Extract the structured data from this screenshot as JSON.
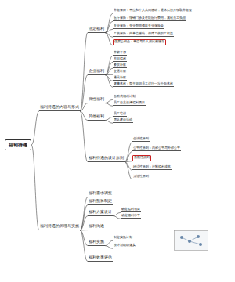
{
  "diagram": {
    "nodes": [
      {
        "text": [
          "福利待遇"
        ]
      },
      {
        "text": [
          "福利待遇的内容与形式"
        ]
      },
      {
        "text": [
          "法定福利"
        ]
      },
      {
        "text": [
          "养老保险：单位和个人共同缴纳，退休后按月领取养老金"
        ]
      },
      {
        "text": [
          "医疗保险：报销门诊及住院医疗费用，减轻员工负担"
        ]
      },
      {
        "text": [
          "失业保险：失业期间领取失业保险金"
        ]
      },
      {
        "text": [
          "工伤保险：由单位缴纳，保障工伤职工权益"
        ]
      },
      {
        "text": [
          "住房公积金：单位与个人按比例缴存"
        ]
      },
      {
        "text": [
          "企业福利"
        ]
      },
      {
        "text": [
          "带薪年假"
        ]
      },
      {
        "text": [
          "节日福利"
        ]
      },
      {
        "text": [
          "餐饮补贴"
        ]
      },
      {
        "text": [
          "交通补贴"
        ]
      },
      {
        "text": [
          "通讯补贴"
        ]
      },
      {
        "text": [
          "健康体检：每年组织员工进行一次全面体检"
        ]
      },
      {
        "text": [
          "弹性福利"
        ]
      },
      {
        "text": [
          "自助式福利计划"
        ]
      },
      {
        "text": [
          "员工自主选择福利项目"
        ]
      },
      {
        "text": [
          "其他福利"
        ]
      },
      {
        "text": [
          "员工培训"
        ]
      },
      {
        "text": [
          "团队建设活动"
        ]
      },
      {
        "text": [
          "福利待遇的设计原则"
        ]
      },
      {
        "text": [
          "合法性原则"
        ]
      },
      {
        "text": [
          "公平性原则：内部公平与外部公平"
        ]
      },
      {
        "text": [
          "激励性原则"
        ]
      },
      {
        "text": [
          "经济性原则：控制福利成本"
        ]
      },
      {
        "text": [
          "灵活性原则"
        ]
      },
      {
        "text": [
          "福利待遇的管理与实施"
        ]
      },
      {
        "text": [
          "福利需求调查"
        ]
      },
      {
        "text": [
          "福利预算制定"
        ]
      },
      {
        "text": [
          "福利方案设计"
        ]
      },
      {
        "text": [
          "福利沟通"
        ]
      },
      {
        "text": [
          "福利实施"
        ]
      },
      {
        "text": [
          "福利效果评估"
        ]
      },
      {
        "text": [
          "确定福利项目"
        ]
      },
      {
        "text": [
          "确定福利水平"
        ]
      },
      {
        "text": [
          "制定实施计划"
        ]
      },
      {
        "text": [
          "按计划组织落实"
        ]
      }
    ],
    "edges": [
      {
        "from": 0,
        "to": 1,
        "arrow": "none"
      },
      {
        "from": 0,
        "to": 27,
        "arrow": "none"
      },
      {
        "from": 1,
        "to": 2,
        "arrow": "none"
      },
      {
        "from": 2,
        "to": 3,
        "arrow": "none"
      },
      {
        "from": 2,
        "to": 4,
        "arrow": "none"
      },
      {
        "from": 2,
        "to": 5,
        "arrow": "none"
      },
      {
        "from": 2,
        "to": 6,
        "arrow": "none"
      },
      {
        "from": 2,
        "to": 7,
        "arrow": "none"
      },
      {
        "from": 1,
        "to": 8,
        "arrow": "none"
      },
      {
        "from": 8,
        "to": 9,
        "arrow": "none"
      },
      {
        "from": 8,
        "to": 10,
        "arrow": "none"
      },
      {
        "from": 8,
        "to": 11,
        "arrow": "none"
      },
      {
        "from": 8,
        "to": 12,
        "arrow": "none"
      },
      {
        "from": 8,
        "to": 13,
        "arrow": "none"
      },
      {
        "from": 8,
        "to": 14,
        "arrow": "none"
      },
      {
        "from": 1,
        "to": 15,
        "arrow": "none"
      },
      {
        "from": 15,
        "to": 16,
        "arrow": "none"
      },
      {
        "from": 15,
        "to": 17,
        "arrow": "none"
      },
      {
        "from": 1,
        "to": 18,
        "arrow": "none"
      },
      {
        "from": 18,
        "to": 19,
        "arrow": "none"
      },
      {
        "from": 18,
        "to": 20,
        "arrow": "none"
      },
      {
        "from": 1,
        "to": 21,
        "arrow": "none"
      },
      {
        "from": 21,
        "to": 22,
        "arrow": "none"
      },
      {
        "from": 21,
        "to": 23,
        "arrow": "none"
      },
      {
        "from": 21,
        "to": 24,
        "arrow": "none"
      },
      {
        "from": 21,
        "to": 25,
        "arrow": "none"
      },
      {
        "from": 21,
        "to": 26,
        "arrow": "none"
      },
      {
        "from": 27,
        "to": 28,
        "arrow": "none"
      },
      {
        "from": 27,
        "to": 29,
        "arrow": "none"
      },
      {
        "from": 27,
        "to": 30,
        "arrow": "none"
      },
      {
        "from": 27,
        "to": 31,
        "arrow": "none"
      },
      {
        "from": 27,
        "to": 32,
        "arrow": "none"
      },
      {
        "from": 27,
        "to": 33,
        "arrow": "none"
      },
      {
        "from": 30,
        "to": 34,
        "arrow": "none"
      },
      {
        "from": 30,
        "to": 35,
        "arrow": "none"
      },
      {
        "from": 32,
        "to": 36,
        "arrow": "none"
      },
      {
        "from": 32,
        "to": 37,
        "arrow": "none"
      }
    ]
  }
}
